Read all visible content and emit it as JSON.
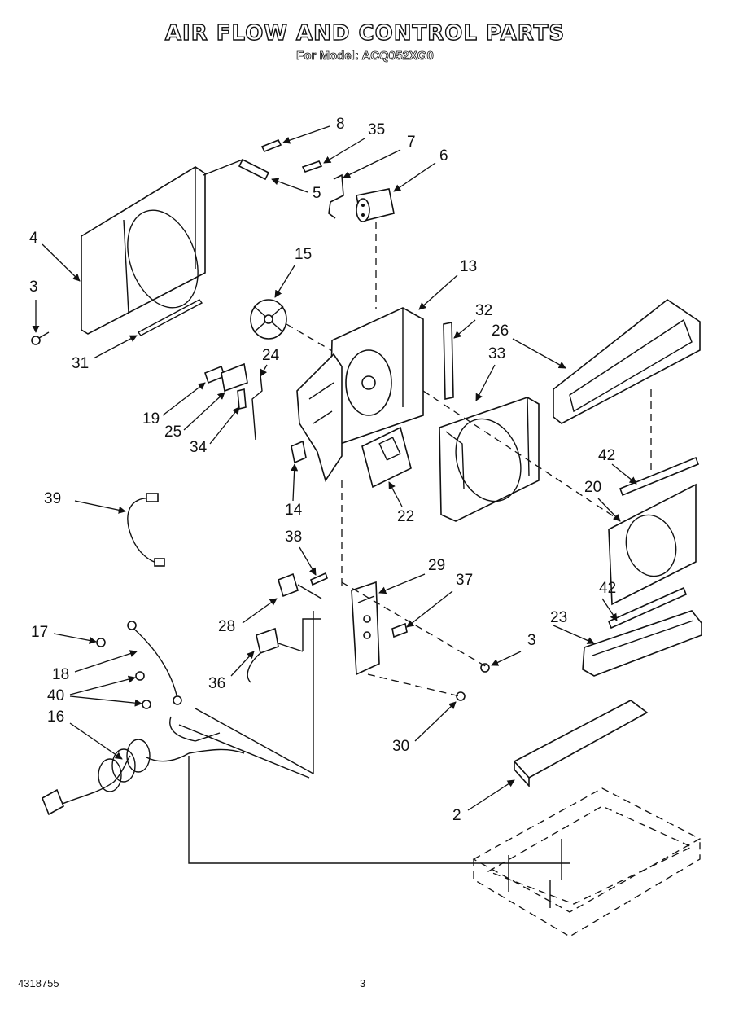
{
  "header": {
    "title": "AIR FLOW AND CONTROL PARTS",
    "subtitle": "For Model: ACQ052XG0"
  },
  "footer": {
    "doc_number": "4318755",
    "page_number": "3"
  },
  "callouts": [
    {
      "id": "c1",
      "label": "8"
    },
    {
      "id": "c2",
      "label": "35"
    },
    {
      "id": "c3",
      "label": "7"
    },
    {
      "id": "c4",
      "label": "6"
    },
    {
      "id": "c5",
      "label": "5"
    },
    {
      "id": "c6",
      "label": "4"
    },
    {
      "id": "c7",
      "label": "3"
    },
    {
      "id": "c8",
      "label": "31"
    },
    {
      "id": "c9",
      "label": "15"
    },
    {
      "id": "c10",
      "label": "13"
    },
    {
      "id": "c11",
      "label": "32"
    },
    {
      "id": "c12",
      "label": "26"
    },
    {
      "id": "c13",
      "label": "33"
    },
    {
      "id": "c14",
      "label": "24"
    },
    {
      "id": "c15",
      "label": "19"
    },
    {
      "id": "c16",
      "label": "25"
    },
    {
      "id": "c17",
      "label": "34"
    },
    {
      "id": "c18",
      "label": "14"
    },
    {
      "id": "c19",
      "label": "22"
    },
    {
      "id": "c20",
      "label": "42"
    },
    {
      "id": "c21",
      "label": "20"
    },
    {
      "id": "c22",
      "label": "39"
    },
    {
      "id": "c23",
      "label": "38"
    },
    {
      "id": "c24",
      "label": "29"
    },
    {
      "id": "c25",
      "label": "37"
    },
    {
      "id": "c26",
      "label": "28"
    },
    {
      "id": "c27",
      "label": "42"
    },
    {
      "id": "c28",
      "label": "23"
    },
    {
      "id": "c29",
      "label": "17"
    },
    {
      "id": "c30",
      "label": "3"
    },
    {
      "id": "c31",
      "label": "18"
    },
    {
      "id": "c32",
      "label": "36"
    },
    {
      "id": "c33",
      "label": "40"
    },
    {
      "id": "c34",
      "label": "16"
    },
    {
      "id": "c35",
      "label": "30"
    },
    {
      "id": "c36",
      "label": "2"
    }
  ]
}
